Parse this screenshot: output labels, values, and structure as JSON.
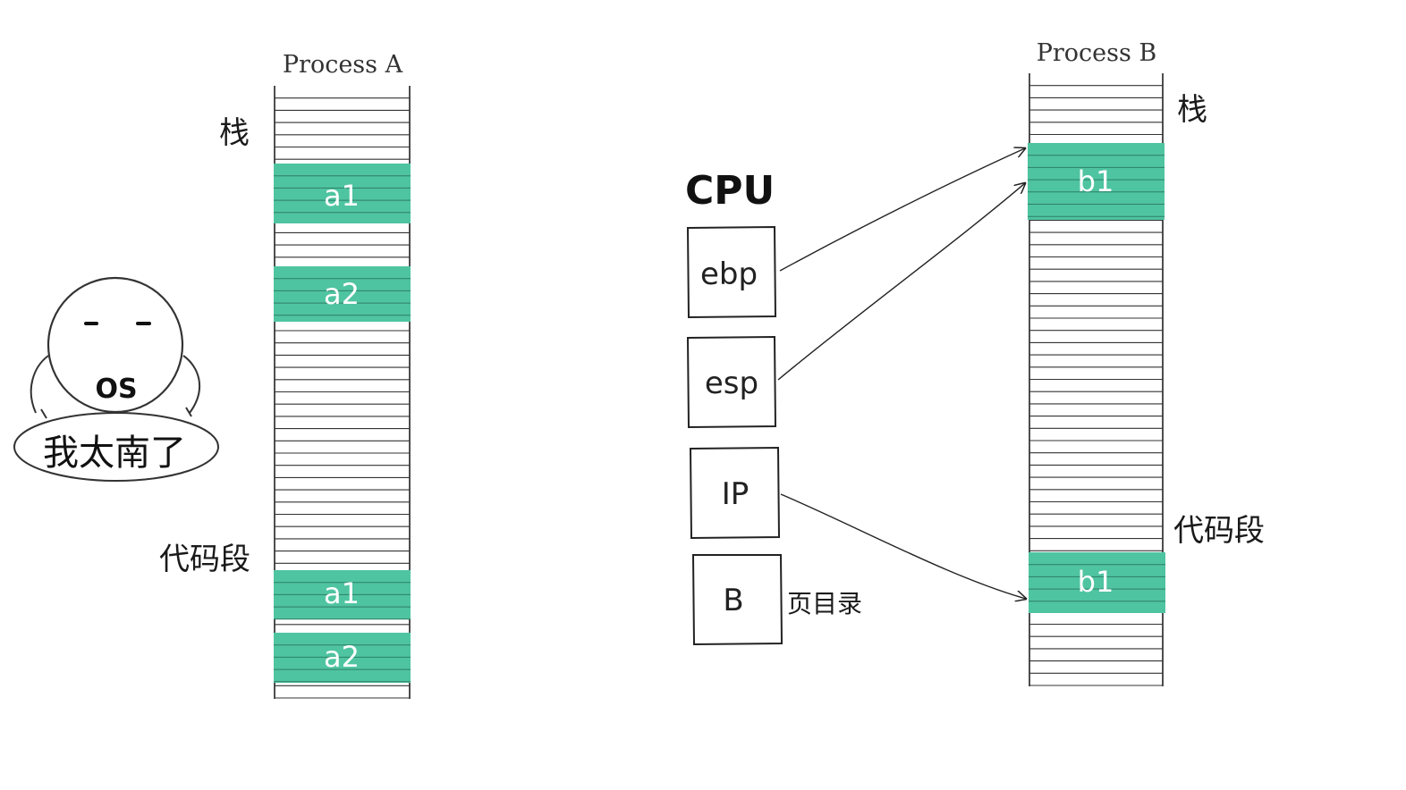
{
  "process_a": {
    "title": "Process A",
    "stack_label": "栈",
    "code_label": "代码段",
    "stack_blocks": [
      "a1",
      "a2"
    ],
    "code_blocks": [
      "a1",
      "a2"
    ]
  },
  "process_b": {
    "title": "Process B",
    "stack_label": "栈",
    "code_label": "代码段",
    "stack_blocks": [
      "b1"
    ],
    "code_blocks": [
      "b1"
    ]
  },
  "cpu": {
    "title": "CPU",
    "registers": [
      {
        "name": "ebp",
        "points_to": "process_b.stack_block"
      },
      {
        "name": "esp",
        "points_to": "process_b.stack_block"
      },
      {
        "name": "IP",
        "points_to": "process_b.code_block"
      },
      {
        "name": "B"
      }
    ],
    "page_dir_label": "页目录"
  },
  "os_character": {
    "label": "OS",
    "speech": "我太南了"
  },
  "colors": {
    "highlight": "#4fc4a1",
    "line": "#222222"
  }
}
